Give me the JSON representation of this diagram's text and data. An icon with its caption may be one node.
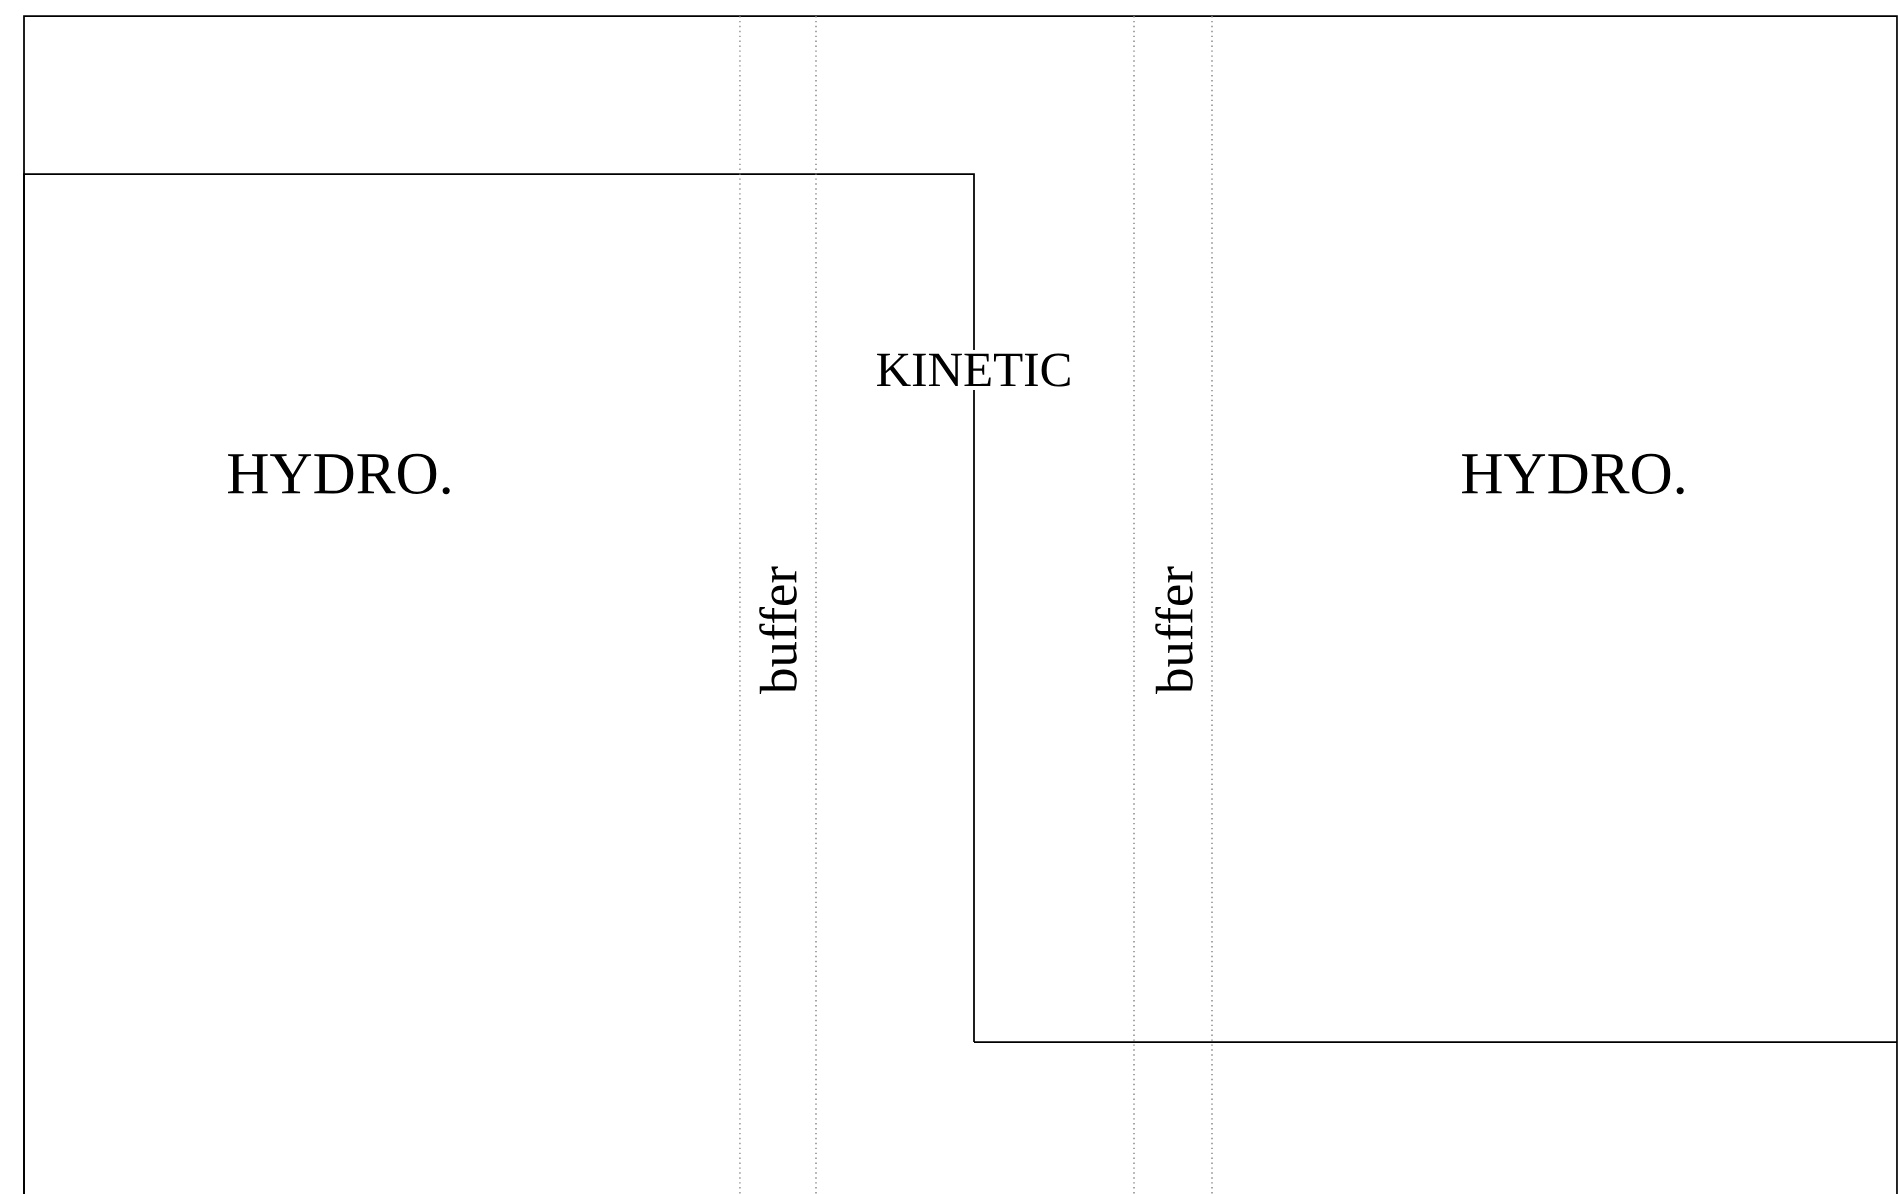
{
  "diagram": {
    "nodes": [
      {
        "text": [
          "HYDRO."
        ]
      },
      {
        "text": [
          "buffer"
        ]
      },
      {
        "text": [
          "buffer"
        ]
      },
      {
        "text": [
          "HYDRO."
        ]
      }
    ],
    "labels": [
      "KINETIC"
    ]
  }
}
